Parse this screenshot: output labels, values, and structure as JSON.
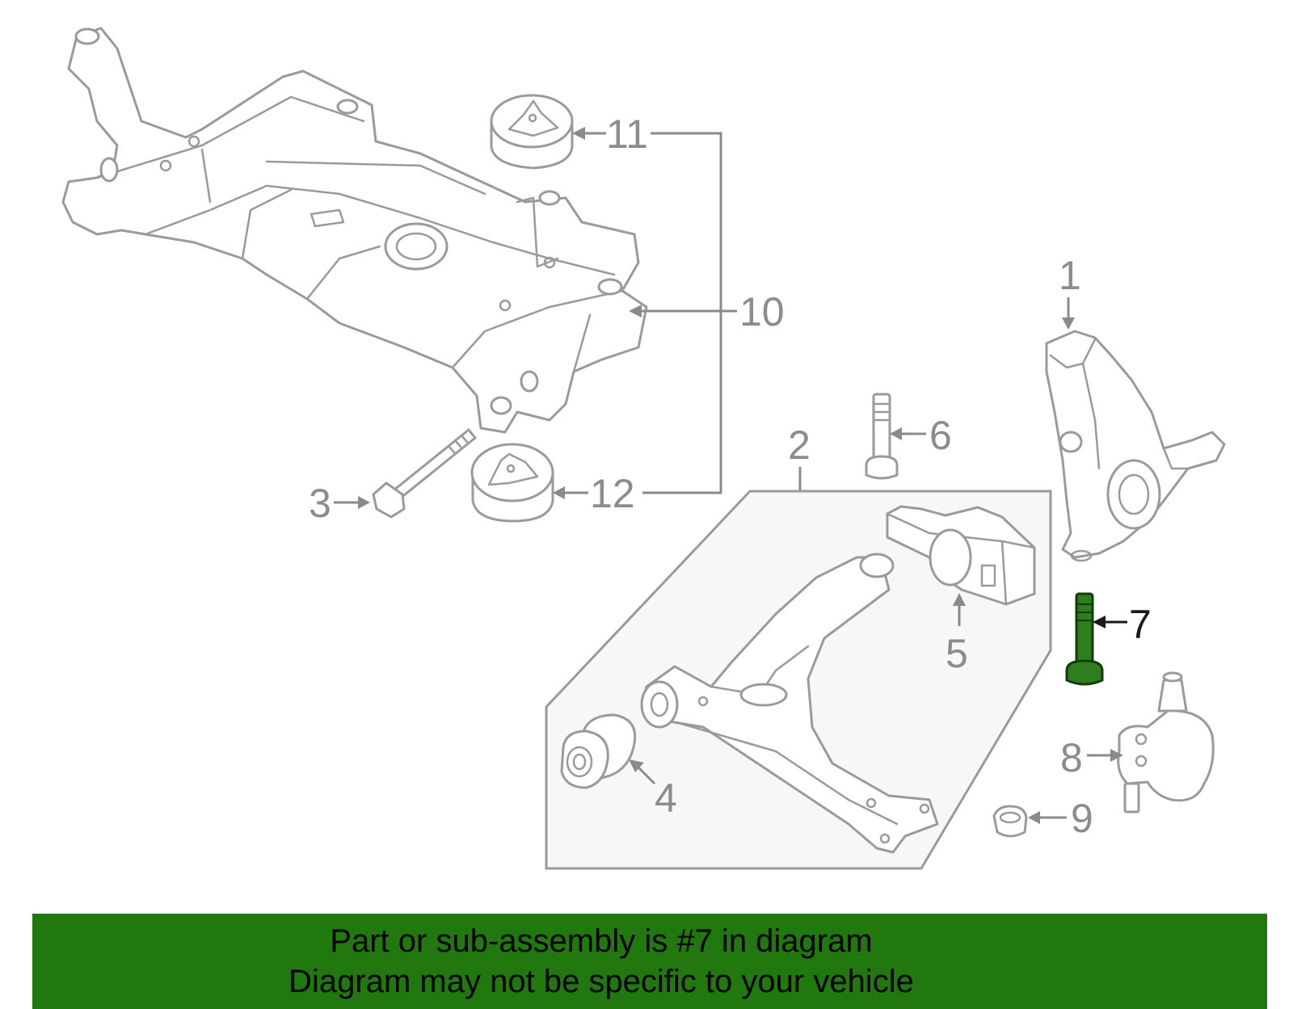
{
  "callouts": {
    "c1": "1",
    "c2": "2",
    "c3": "3",
    "c4": "4",
    "c5": "5",
    "c6": "6",
    "c7": "7",
    "c8": "8",
    "c9": "9",
    "c10": "10",
    "c11": "11",
    "c12": "12"
  },
  "highlighted_part": "7",
  "colors": {
    "banner": "#21780f",
    "highlight": "#2e7d1e",
    "line_art": "#9a9a9a",
    "subassembly_box": "#f7f7f7"
  },
  "banner": {
    "line1": "Part or sub-assembly is #7 in diagram",
    "line2": "Diagram may not be specific to your vehicle"
  }
}
